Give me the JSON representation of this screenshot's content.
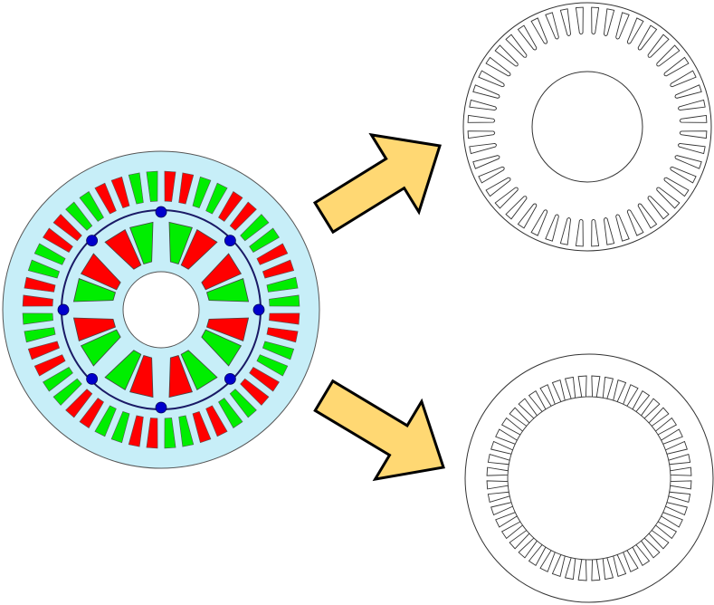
{
  "diagram": {
    "colors": {
      "stator_fill": "#c7eef8",
      "rotor_fill": "#c7eef8",
      "outline": "#555555",
      "coil_red": "#ff0000",
      "coil_green": "#00ee00",
      "magnet_blue": "#0000cc",
      "arrow_fill": "#ffd873",
      "arrow_stroke": "#000000",
      "lamination_stroke": "#333333"
    },
    "motor": {
      "stator_slots": 48,
      "rotor_poles": 8,
      "pole_pattern": [
        "green",
        "red",
        "red",
        "green",
        "red",
        "green",
        "green",
        "red"
      ]
    },
    "lamination_rotor": {
      "slots": 48
    },
    "lamination_stator": {
      "slots": 48
    }
  }
}
